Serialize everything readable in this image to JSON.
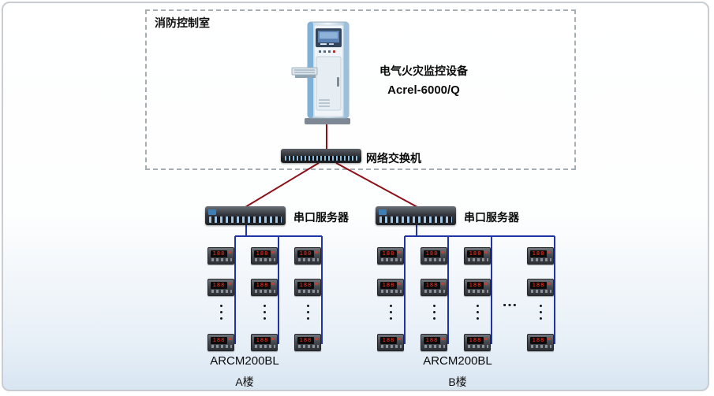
{
  "diagram": {
    "control_room": {
      "label": "消防控制室"
    },
    "monitor_device": {
      "line1": "电气火灾监控设备",
      "line2": "Acrel-6000/Q"
    },
    "network_switch": {
      "label": "网络交换机"
    },
    "serial_servers": [
      {
        "label": "串口服务器"
      },
      {
        "label": "串口服务器"
      }
    ],
    "buildings": [
      {
        "model": "ARCM200BL",
        "name": "A楼",
        "columns": 3,
        "meters_visible_per_column": 3
      },
      {
        "model": "ARCM200BL",
        "name": "B楼",
        "columns": 4,
        "meters_visible_per_column": 3
      }
    ],
    "device_led": "188",
    "ellipsis_horizontal": "…",
    "colors": {
      "backbone_line": "#8c1016",
      "bus_line": "#2034a6"
    }
  }
}
